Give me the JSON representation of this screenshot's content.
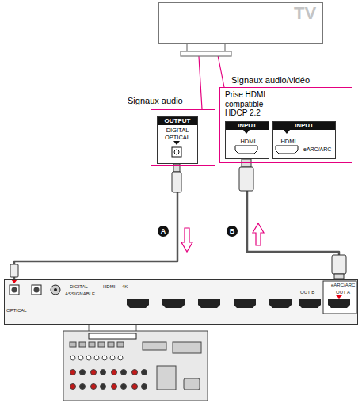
{
  "diagram": {
    "nodes": [
      {
        "text": [
          "TV"
        ]
      },
      {
        "text": [
          "Signaux audio"
        ]
      },
      {
        "text": [
          "OUTPUT",
          "DIGITAL OPTICAL"
        ],
        "in": 1
      },
      {
        "text": [
          "Signaux audio/vidéo",
          "Prise HDMI compatible HDCP 2.2"
        ]
      },
      {
        "text": [
          "INPUT",
          "HDMI"
        ],
        "in": 3
      },
      {
        "text": [
          "INPUT",
          "HDMI",
          "eARC/ARC"
        ],
        "in": 3
      },
      {
        "text": [
          "OPTICAL",
          "DIGITAL",
          "ASSIGNABLE",
          "HDMI",
          "4K",
          "OUT B",
          "eARC/ARC",
          "OUT A"
        ]
      }
    ],
    "edges": [
      {
        "from": 0,
        "to": 1,
        "arrow": "none"
      },
      {
        "from": 0,
        "to": 3,
        "arrow": "none"
      },
      {
        "from": 2,
        "to": 6,
        "arrow": "none"
      },
      {
        "from": 4,
        "to": 6,
        "arrow": "none"
      }
    ],
    "labels": [
      "A",
      "B"
    ]
  }
}
